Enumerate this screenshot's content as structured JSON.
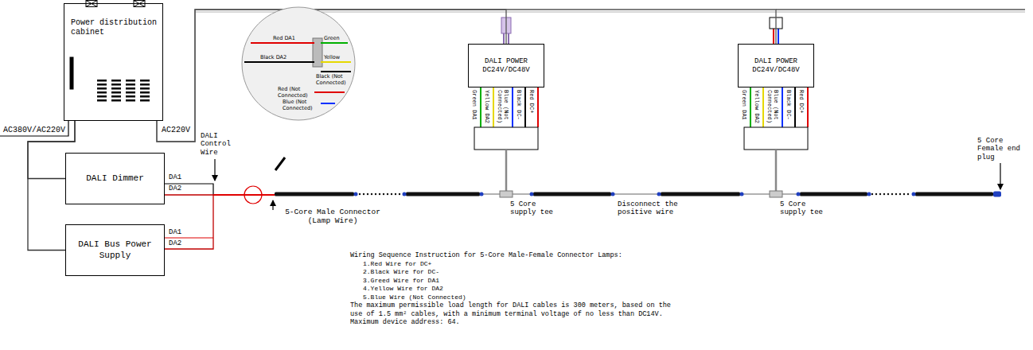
{
  "diagram": {
    "nodes": [
      {
        "text": [
          "Power distribution cabinet"
        ]
      },
      {
        "text": [
          "DALI Dimmer"
        ]
      },
      {
        "text": [
          "DALI Bus Power Supply"
        ]
      },
      {
        "text": [
          "Red DA1",
          "Green",
          "Black DA2",
          "Yellow",
          "Black (Not Connected)",
          "Red (Not Connected)",
          "Blue (Not Connected)"
        ]
      },
      {
        "text": [
          "DALI POWER DC24V/DC48V"
        ]
      },
      {
        "text": [
          "DALI POWER DC24V/DC48V"
        ]
      }
    ],
    "edges": [
      {
        "from": 0,
        "to": 1,
        "arrow": "none"
      },
      {
        "from": 0,
        "to": 2,
        "arrow": "none"
      },
      {
        "from": 0,
        "to": 4,
        "arrow": "none"
      },
      {
        "from": 0,
        "to": 5,
        "arrow": "none"
      },
      {
        "from": 1,
        "to": 2,
        "arrow": "none"
      }
    ],
    "labels": [
      "AC380V/AC220V",
      "AC220V",
      "DALI Control Wire",
      "DA1",
      "DA2",
      "DA1",
      "DA2",
      "5-Core Male Connector (Lamp Wire)",
      "Green DA1",
      "Yellow DA2",
      "Blue (Not Connected)",
      "Black DC-",
      "Red DC+",
      "Green DA1",
      "Yellow DA2",
      "Blue (Not Connected)",
      "Black DC-",
      "Red DC+",
      "5 Core supply tee",
      "Disconnect the positive wire",
      "5 Core supply tee",
      "5 Core Female end plug",
      "Wiring Sequence Instruction for 5-Core Male-Female Connector Lamps:",
      "1.Red Wire for DC+",
      "2.Black Wire for DC-",
      "3.Greed Wire for DA1",
      "4.Yellow Wire for DA2",
      "5.Blue Wire (Not Connected)",
      "The maximum permissible load length for DALI cables is 300 meters, based on the use of 1.5 mm² cables, with a minimum terminal voltage of no less than DC14V.",
      "Maximum device address: 64."
    ]
  }
}
